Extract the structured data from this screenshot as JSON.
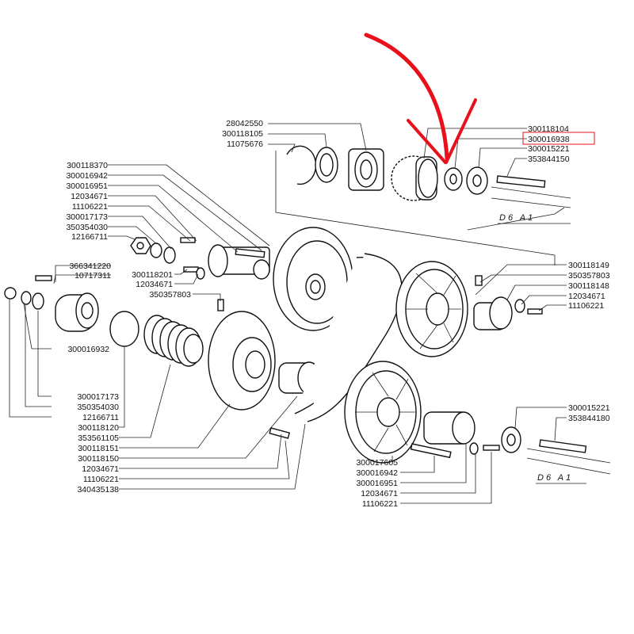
{
  "highlight": {
    "color": "#e8111b",
    "target_part": "300016938"
  },
  "frame_codes": [
    "D6 A1",
    "D6 A1"
  ],
  "labels": {
    "top_left": [
      "28042550",
      "300118105",
      "11075676"
    ],
    "top_right": [
      "300118104",
      "300016938",
      "300015221",
      "353844150"
    ],
    "left_upper": [
      "300118370",
      "300016942",
      "300016951",
      "12034671",
      "11106221",
      "300017173",
      "350354030",
      "12166711"
    ],
    "left_mid": [
      "300118201",
      "12034671",
      "350357803"
    ],
    "left_small": [
      "366341220",
      "10717311"
    ],
    "left_single": [
      "300016932"
    ],
    "left_lower": [
      "300017173",
      "350354030",
      "12166711",
      "300118120",
      "353561105",
      "300118151",
      "300118150",
      "12034671",
      "11106221",
      "340435138"
    ],
    "right_mid": [
      "300118149",
      "350357803",
      "300118148",
      "12034671",
      "11106221"
    ],
    "right_lower": [
      "300015221",
      "353844180"
    ],
    "bottom_center": [
      "300017605",
      "300016942",
      "300016951",
      "12034671",
      "11106221"
    ]
  }
}
